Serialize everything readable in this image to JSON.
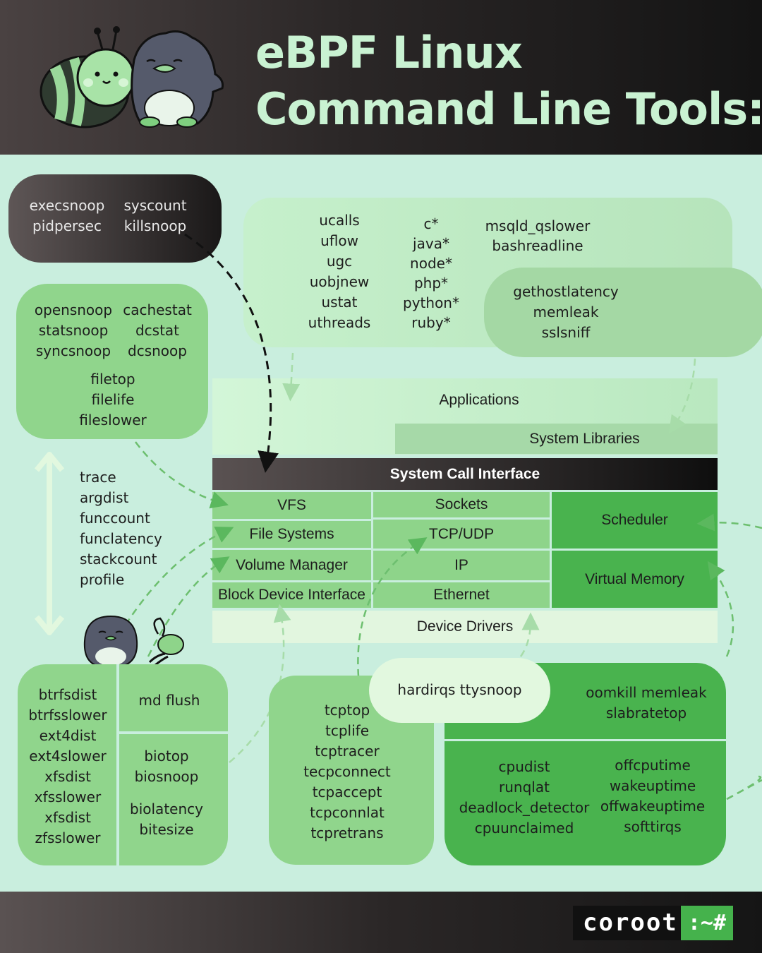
{
  "title": {
    "line1": "eBPF Linux",
    "line2": "Command Line Tools:"
  },
  "colors": {
    "dark": "#1c1a1a",
    "accent_green": "#49b34e",
    "mid_green": "#8ed48a",
    "light_green": "#c2eec9",
    "mint_bg": "#c9eede"
  },
  "process_tools": {
    "left": [
      "execsnoop",
      "pidpersec"
    ],
    "right": [
      "syscount",
      "killsnoop"
    ]
  },
  "fs_tools": {
    "left": [
      "opensnoop",
      "statsnoop",
      "syncsnoop"
    ],
    "right": [
      "cachestat",
      "dcstat",
      "dcsnoop"
    ],
    "bottom": [
      "filetop",
      "filelife",
      "fileslower"
    ]
  },
  "runtime_tools": {
    "col1": [
      "ucalls",
      "uflow",
      "ugc",
      "uobjnew",
      "ustat",
      "uthreads"
    ],
    "col2": [
      "c*",
      "java*",
      "node*",
      "php*",
      "python*",
      "ruby*"
    ],
    "col3": [
      "msqld_qslower",
      "bashreadline"
    ]
  },
  "lib_tools": [
    "gethostlatency",
    "memleak",
    "sslsniff"
  ],
  "generic_tools": [
    "trace",
    "argdist",
    "funccount",
    "funclatency",
    "stackcount",
    "profile"
  ],
  "layers": {
    "applications": "Applications",
    "system_libraries": "System Libraries",
    "syscall": "System Call Interface",
    "vfs": "VFS",
    "file_systems": "File Systems",
    "volume_manager": "Volume Manager",
    "block_device": "Block Device Interface",
    "sockets": "Sockets",
    "tcp_udp": "TCP/UDP",
    "ip": "IP",
    "ethernet": "Ethernet",
    "scheduler": "Scheduler",
    "virtual_memory": "Virtual Memory",
    "device_drivers": "Device Drivers"
  },
  "fs_dist_tools": [
    "btrfsdist",
    "btrfsslower",
    "ext4dist",
    "ext4slower",
    "xfsdist",
    "xfsslower",
    "xfsdist",
    "zfsslower"
  ],
  "md_tool": "md flush",
  "block_tools": {
    "top": [
      "biotop",
      "biosnoop"
    ],
    "bottom": [
      "biolatency",
      "bitesize"
    ]
  },
  "net_tools": [
    "tcptop",
    "tcplife",
    "tcptracer",
    "tecpconnect",
    "tcpaccept",
    "tcpconnlat",
    "tcpretrans"
  ],
  "irq_tools": "hardirqs ttysnoop",
  "mem_tools": [
    "oomkill memleak",
    "slabratetop"
  ],
  "cpu_tools": {
    "left": [
      "cpudist",
      "runqlat",
      "deadlock_detector",
      "cpuunclaimed"
    ],
    "right": [
      "offcputime",
      "wakeuptime",
      "offwakeuptime",
      "softtirqs"
    ]
  },
  "logo": {
    "word": "coroot",
    "prompt": ":~#"
  }
}
